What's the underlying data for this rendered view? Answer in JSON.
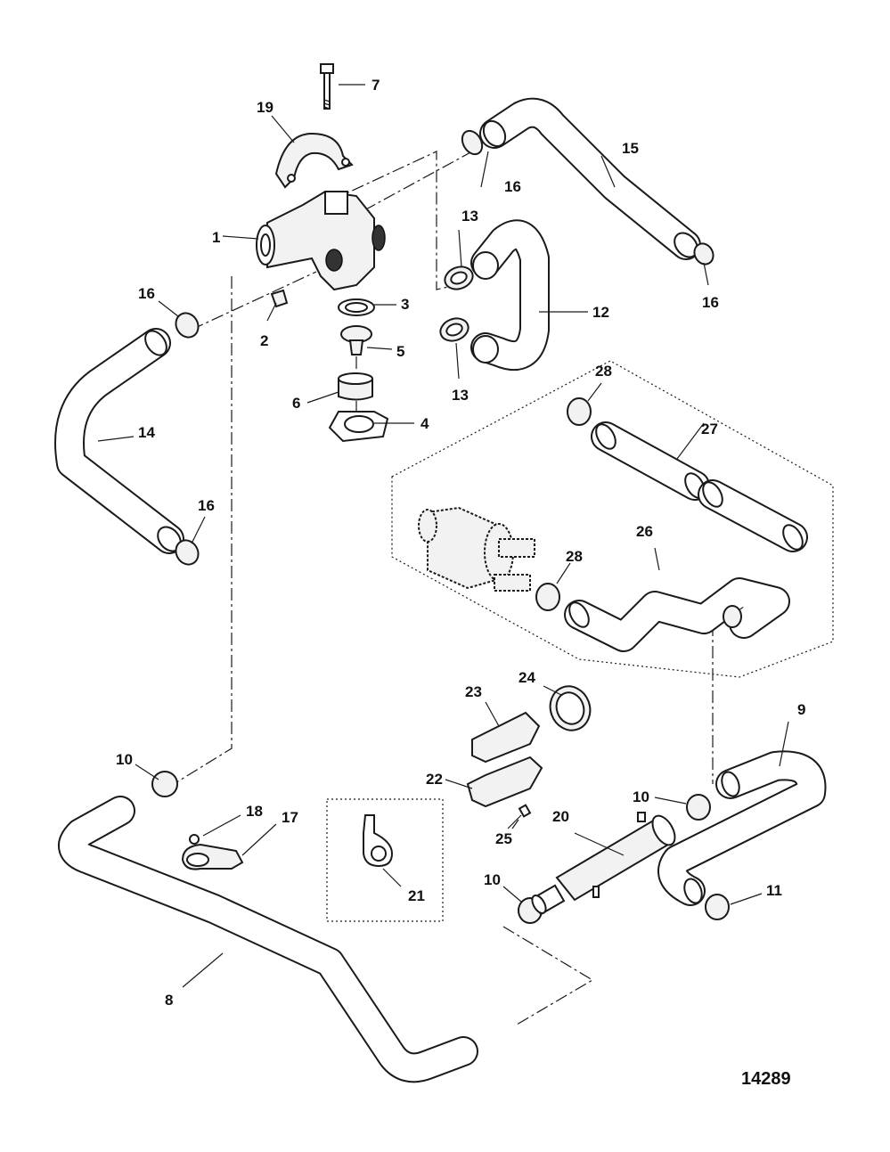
{
  "figure_number": "14289",
  "callouts": {
    "c1": "1",
    "c2": "2",
    "c3": "3",
    "c4": "4",
    "c5": "5",
    "c6": "6",
    "c7": "7",
    "c8": "8",
    "c9": "9",
    "c10a": "10",
    "c10b": "10",
    "c10c": "10",
    "c11": "11",
    "c12": "12",
    "c13a": "13",
    "c13b": "13",
    "c14": "14",
    "c15": "15",
    "c16a": "16",
    "c16b": "16",
    "c16c": "16",
    "c16d": "16",
    "c17": "17",
    "c18": "18",
    "c19": "19",
    "c20": "20",
    "c21": "21",
    "c22": "22",
    "c23": "23",
    "c24": "24",
    "c25": "25",
    "c26": "26",
    "c27": "27",
    "c28a": "28",
    "c28b": "28"
  }
}
